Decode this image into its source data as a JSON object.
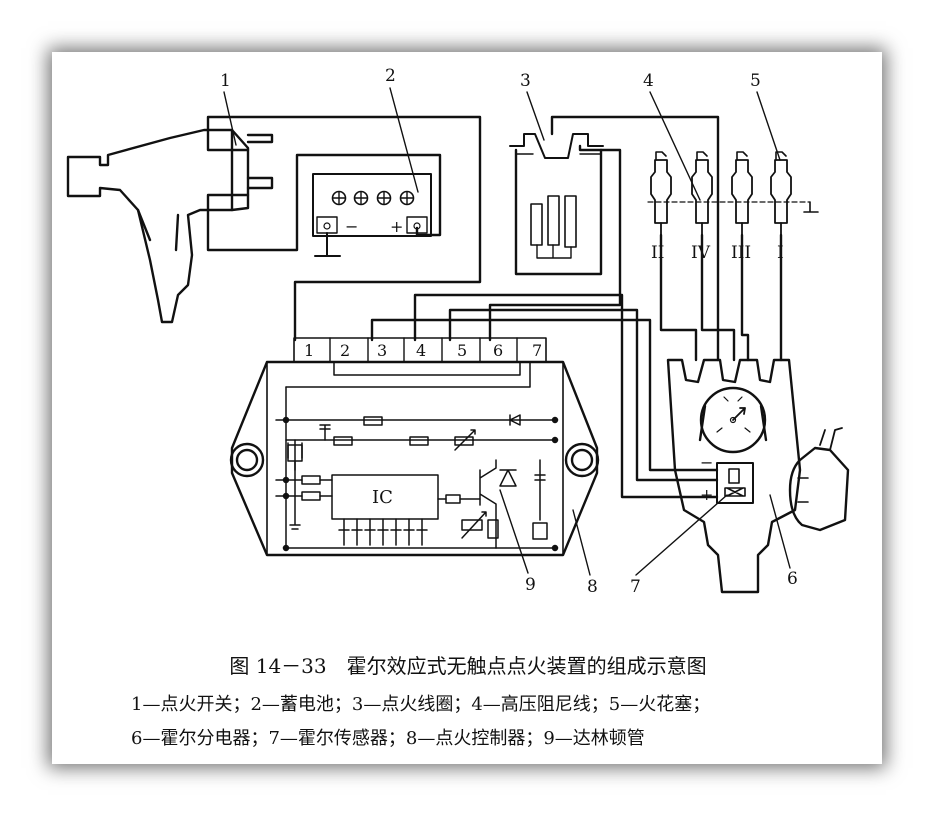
{
  "diagram": {
    "callout_numbers": [
      "1",
      "2",
      "3",
      "4",
      "5",
      "6",
      "7",
      "8",
      "9"
    ],
    "terminal_numbers": [
      "1",
      "2",
      "3",
      "4",
      "5",
      "6",
      "7"
    ],
    "cylinder_labels": [
      "II",
      "IV",
      "III",
      "I"
    ],
    "ic_label": "IC",
    "battery_minus": "−",
    "battery_plus": "+",
    "sensor_minus": "−",
    "sensor_plus": "+"
  },
  "caption": {
    "title": "图 14－33　霍尔效应式无触点点火装置的组成示意图",
    "legend_line_1": "1—点火开关；2—蓄电池；3—点火线圈；4—高压阻尼线；5—火花塞；",
    "legend_line_2": "6—霍尔分电器；7—霍尔传感器；8—点火控制器；9—达林顿管"
  }
}
